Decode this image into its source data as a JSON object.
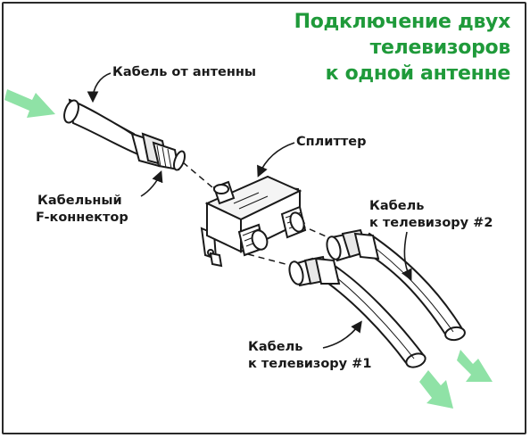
{
  "title": {
    "line1": "Подключение двух",
    "line2": "телевизоров",
    "line3": "к одной антенне"
  },
  "labels": {
    "antenna_cable": "Кабель от антенны",
    "splitter": "Сплиттер",
    "f_connector_line1": "Кабельный",
    "f_connector_line2": "F-коннектор",
    "tv2_cable_line1": "Кабель",
    "tv2_cable_line2": "к телевизору #2",
    "tv1_cable_line1": "Кабель",
    "tv1_cable_line2": "к телевизору #1"
  },
  "colors": {
    "accent_green": "#1f9a3a",
    "arrow_green": "#8fe2a6",
    "line": "#1a1a1a"
  },
  "icons": [
    "arrow-in-icon",
    "arrow-out-icon",
    "arrow-out-icon"
  ]
}
